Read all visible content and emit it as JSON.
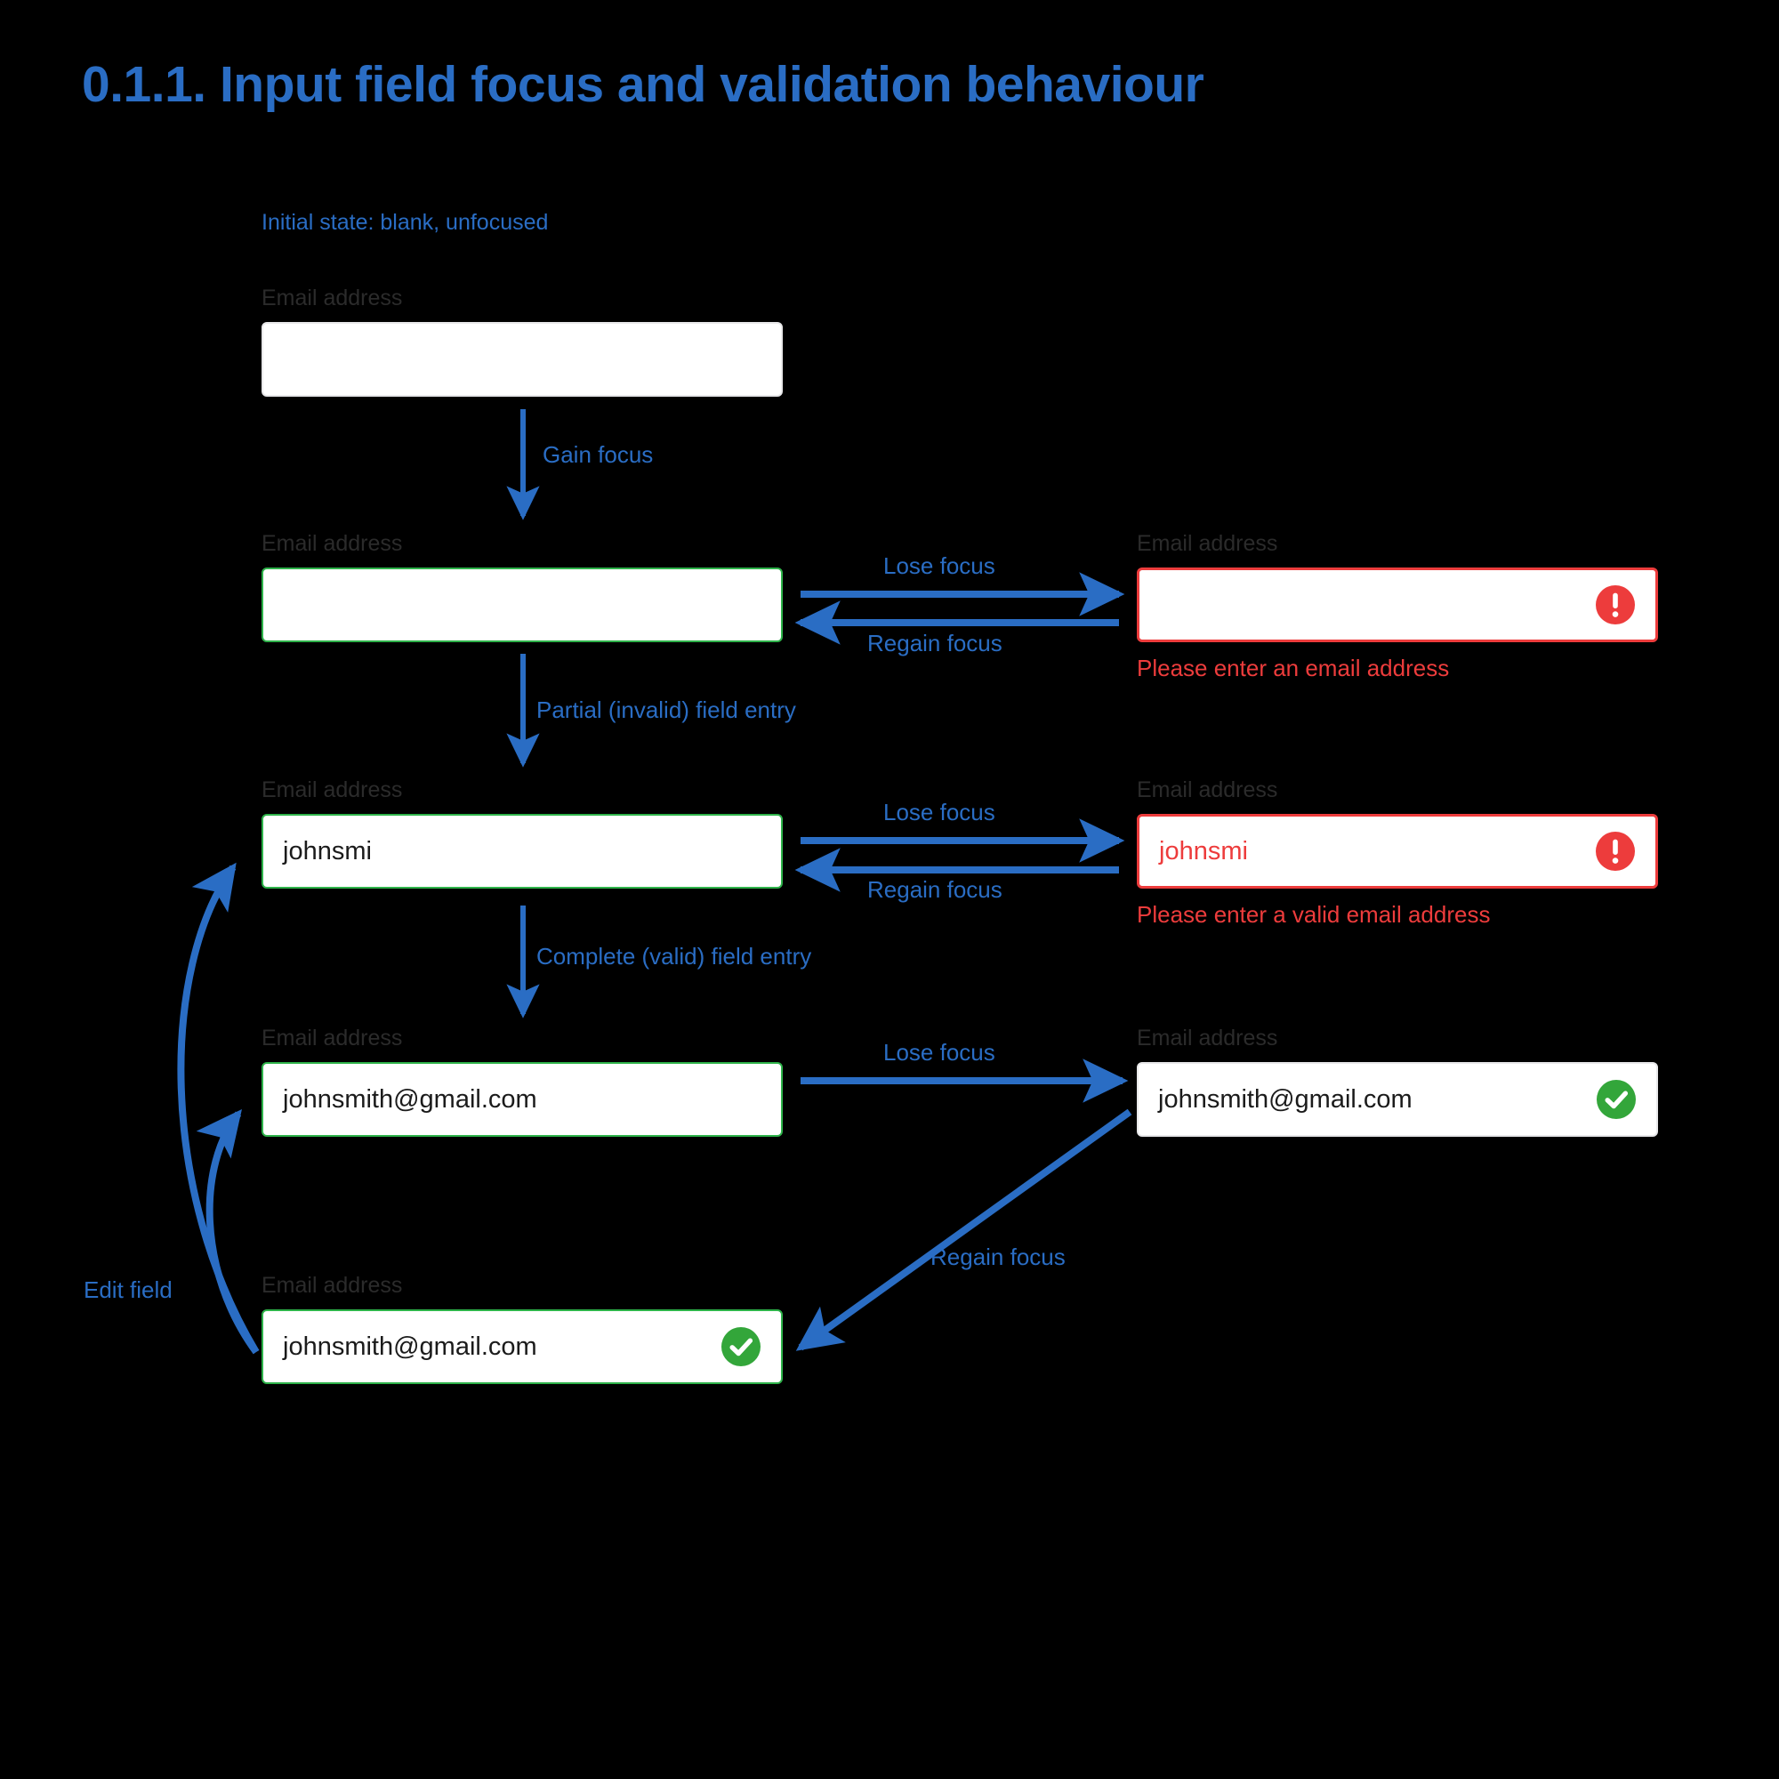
{
  "title": "0.1.1. Input field focus and validation behaviour",
  "caption": "Initial state: blank, unfocused",
  "colors": {
    "background": "#000000",
    "accent_blue": "#2a6dc4",
    "valid_green": "#2eb34a",
    "error_red": "#ed3c3c",
    "label_gray": "#2b2b2b",
    "field_white": "#ffffff",
    "idle_border": "#e8e8ea"
  },
  "field_label": "Email address",
  "states": {
    "blank_unfocused": {
      "label": "Email address",
      "value": "",
      "border": "idle",
      "icon": "none",
      "message": ""
    },
    "blank_focused": {
      "label": "Email address",
      "value": "",
      "border": "focused",
      "icon": "none",
      "message": ""
    },
    "blank_error": {
      "label": "Email address",
      "value": "",
      "border": "error",
      "icon": "error-icon",
      "message": "Please enter an email address"
    },
    "partial_focused": {
      "label": "Email address",
      "value": "johnsmi",
      "border": "focused",
      "icon": "none",
      "message": ""
    },
    "partial_error": {
      "label": "Email address",
      "value": "johnsmi",
      "border": "error",
      "icon": "error-icon",
      "message": "Please enter a valid email address"
    },
    "valid_focused": {
      "label": "Email address",
      "value": "johnsmith@gmail.com",
      "border": "focused",
      "icon": "none",
      "message": ""
    },
    "valid_unfocused": {
      "label": "Email address",
      "value": "johnsmith@gmail.com",
      "border": "idle",
      "icon": "success-icon",
      "message": ""
    },
    "valid_refocused": {
      "label": "Email address",
      "value": "johnsmith@gmail.com",
      "border": "focused",
      "icon": "success-icon",
      "message": ""
    }
  },
  "transitions": {
    "gain_focus": "Gain focus",
    "partial_entry": "Partial (invalid) field entry",
    "complete_entry": "Complete (valid) field entry",
    "lose_focus_1": "Lose focus",
    "regain_focus_1": "Regain focus",
    "lose_focus_2": "Lose focus",
    "regain_focus_2": "Regain focus",
    "lose_focus_3": "Lose focus",
    "regain_focus_3": "Regain focus",
    "edit_field": "Edit field"
  }
}
